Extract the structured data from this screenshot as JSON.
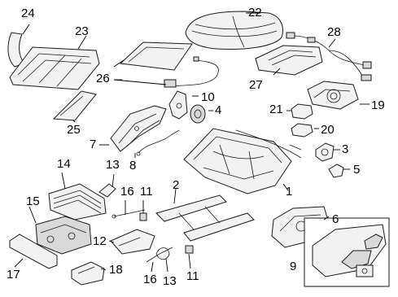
{
  "callouts": {
    "n1": "1",
    "n2": "2",
    "n3": "3",
    "n4": "4",
    "n5": "5",
    "n6": "6",
    "n7": "7",
    "n8": "8",
    "n9": "9",
    "n10": "10",
    "n11a": "11",
    "n11b": "11",
    "n12": "12",
    "n13a": "13",
    "n13b": "13",
    "n14": "14",
    "n15": "15",
    "n16a": "16",
    "n16b": "16",
    "n17": "17",
    "n18": "18",
    "n19": "19",
    "n20": "20",
    "n21": "21",
    "n22": "22",
    "n23": "23",
    "n24": "24",
    "n25": "25",
    "n26": "26",
    "n27": "27",
    "n28": "28"
  }
}
